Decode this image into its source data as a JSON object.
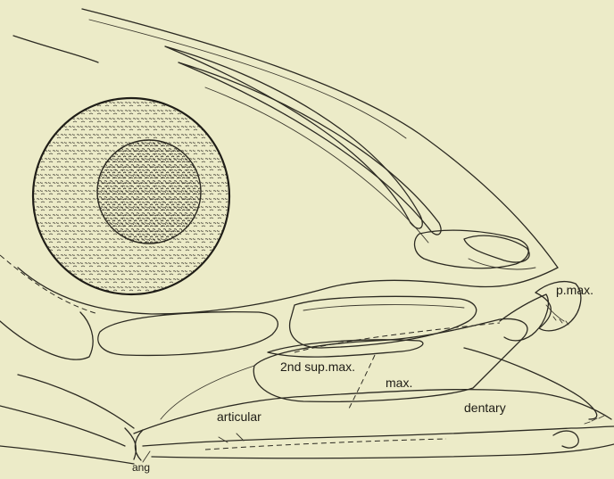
{
  "diagram": {
    "labels": {
      "p_max": "p.max.",
      "second_sup_max": "2nd sup.max.",
      "max": "max.",
      "articular": "articular",
      "dentary": "dentary",
      "ang": "ang"
    }
  },
  "colors": {
    "background": "#ecebc8",
    "line": "#2c2a22",
    "eye_texture": "#5a574a"
  }
}
